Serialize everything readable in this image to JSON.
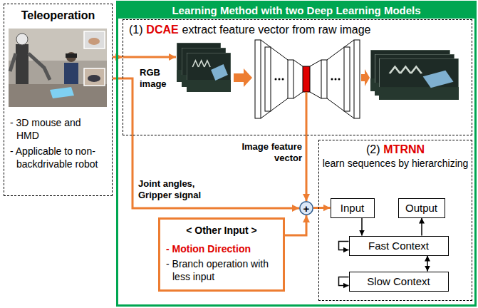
{
  "diagram": {
    "nodes": [
      {
        "text": [
          "Teleoperation",
          "- 3D mouse and HMD",
          "- Applicable to non-backdrivable robot"
        ]
      },
      {
        "text": [
          "Learning Method with two Deep Learning Models"
        ]
      },
      {
        "text": [
          "(1)",
          "DCAE",
          "extract feature vector from raw image"
        ],
        "in": 1
      },
      {
        "text": [
          "(2)",
          "MTRNN",
          "learn sequences by hierarchizing"
        ],
        "in": 1
      },
      {
        "text": [
          "Input"
        ],
        "in": 3
      },
      {
        "text": [
          "Output"
        ],
        "in": 3
      },
      {
        "text": [
          "Fast Context"
        ],
        "in": 3
      },
      {
        "text": [
          "Slow Context"
        ],
        "in": 3
      },
      {
        "text": [
          "< Other Input >",
          "- Motion Direction",
          "- Branch operation with less input"
        ],
        "in": 1
      },
      {
        "text": [
          "+"
        ],
        "in": 1
      }
    ],
    "edges": [
      {
        "from": 0,
        "to": 2,
        "arrow": "to",
        "label": "RGB image"
      },
      {
        "from": 0,
        "to": 9,
        "arrow": "to",
        "label": "Joint angles, Gripper signal"
      },
      {
        "from": 2,
        "to": 9,
        "arrow": "to",
        "label": "Image feature vector"
      },
      {
        "from": 8,
        "to": 9,
        "arrow": "to"
      },
      {
        "from": 9,
        "to": 4,
        "arrow": "to"
      },
      {
        "from": 4,
        "to": 6,
        "arrow": "to"
      },
      {
        "from": 6,
        "to": 5,
        "arrow": "to"
      },
      {
        "from": 7,
        "to": 6,
        "arrow": "both"
      }
    ]
  }
}
